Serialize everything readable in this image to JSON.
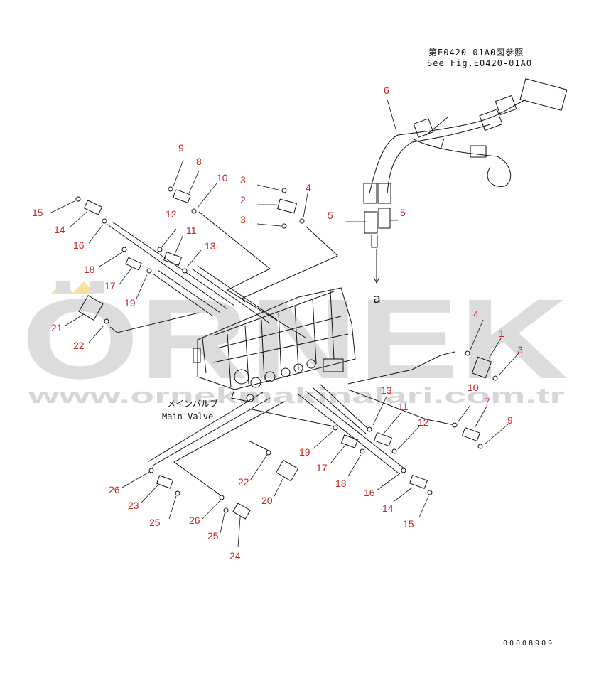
{
  "reference": {
    "jp": "第E0420-01A0図参照",
    "en": "See Fig.E0420-01A0"
  },
  "main_valve": {
    "jp": "メインバルブ",
    "en": "Main Valve"
  },
  "arrow_label": "a",
  "drawing_number": "00008909",
  "watermark": {
    "brand": "ÖRNEK",
    "url": "www.ornekmakinalari.com.tr",
    "color": "#d9d9d9",
    "accent": "#f5e39a"
  },
  "callouts": [
    "9",
    "8",
    "10",
    "3",
    "2",
    "3",
    "4",
    "15",
    "14",
    "16",
    "12",
    "11",
    "13",
    "18",
    "17",
    "19",
    "21",
    "22",
    "5",
    "5",
    "6",
    "4",
    "1",
    "3",
    "10",
    "7",
    "9",
    "13",
    "11",
    "12",
    "19",
    "17",
    "18",
    "16",
    "14",
    "15",
    "26",
    "23",
    "25",
    "22",
    "20",
    "26",
    "25",
    "24"
  ],
  "label_color": "#cc2222"
}
